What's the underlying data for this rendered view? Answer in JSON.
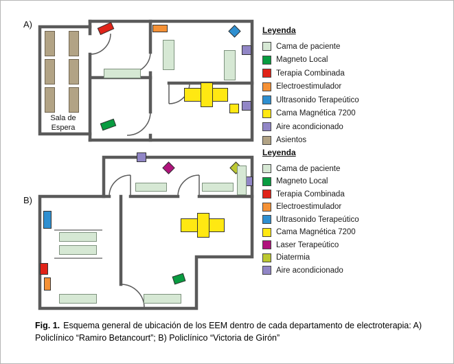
{
  "figure": {
    "panel_a_label": "A)",
    "panel_b_label": "B)",
    "caption": {
      "bold": "Fig. 1.",
      "text": "Esquema general de ubicación de los EEM dentro de cada departamento de electroterapia: A) Policlínico “Ramiro Betancourt”;  B) Policlínico “Victoria de Girón”"
    }
  },
  "plan_a": {
    "waiting_room_label": "Sala de Espera"
  },
  "legend_a": {
    "title": "Leyenda",
    "items": [
      {
        "label": "Cama de paciente",
        "color": "#d6e8d4"
      },
      {
        "label": "Magneto Local",
        "color": "#089c40"
      },
      {
        "label": "Terapia Combinada",
        "color": "#e02318"
      },
      {
        "label": "Electroestimulador",
        "color": "#f59135"
      },
      {
        "label": "Ultrasonido Terapeútico",
        "color": "#2e8fd0"
      },
      {
        "label": "Cama Magnética 7200",
        "color": "#ffe812"
      },
      {
        "label": "Aire acondicionado",
        "color": "#9186c6"
      },
      {
        "label": "Asientos",
        "color": "#b2a385"
      }
    ]
  },
  "legend_b": {
    "title": "Leyenda",
    "items": [
      {
        "label": "Cama de paciente",
        "color": "#d6e8d4"
      },
      {
        "label": "Magneto Local",
        "color": "#089c40"
      },
      {
        "label": "Terapia Combinada",
        "color": "#e02318"
      },
      {
        "label": "Electroestimulador",
        "color": "#f59135"
      },
      {
        "label": "Ultrasonido Terapeútico",
        "color": "#2e8fd0"
      },
      {
        "label": "Cama Magnética 7200",
        "color": "#ffe812"
      },
      {
        "label": "Laser Terapeútico",
        "color": "#b0127c"
      },
      {
        "label": "Diatermia",
        "color": "#bcc831"
      },
      {
        "label": "Aire acondicionado",
        "color": "#9186c6"
      }
    ]
  },
  "colors": {
    "wall": "#5a5a5a",
    "bed_border": "#7d917d"
  }
}
